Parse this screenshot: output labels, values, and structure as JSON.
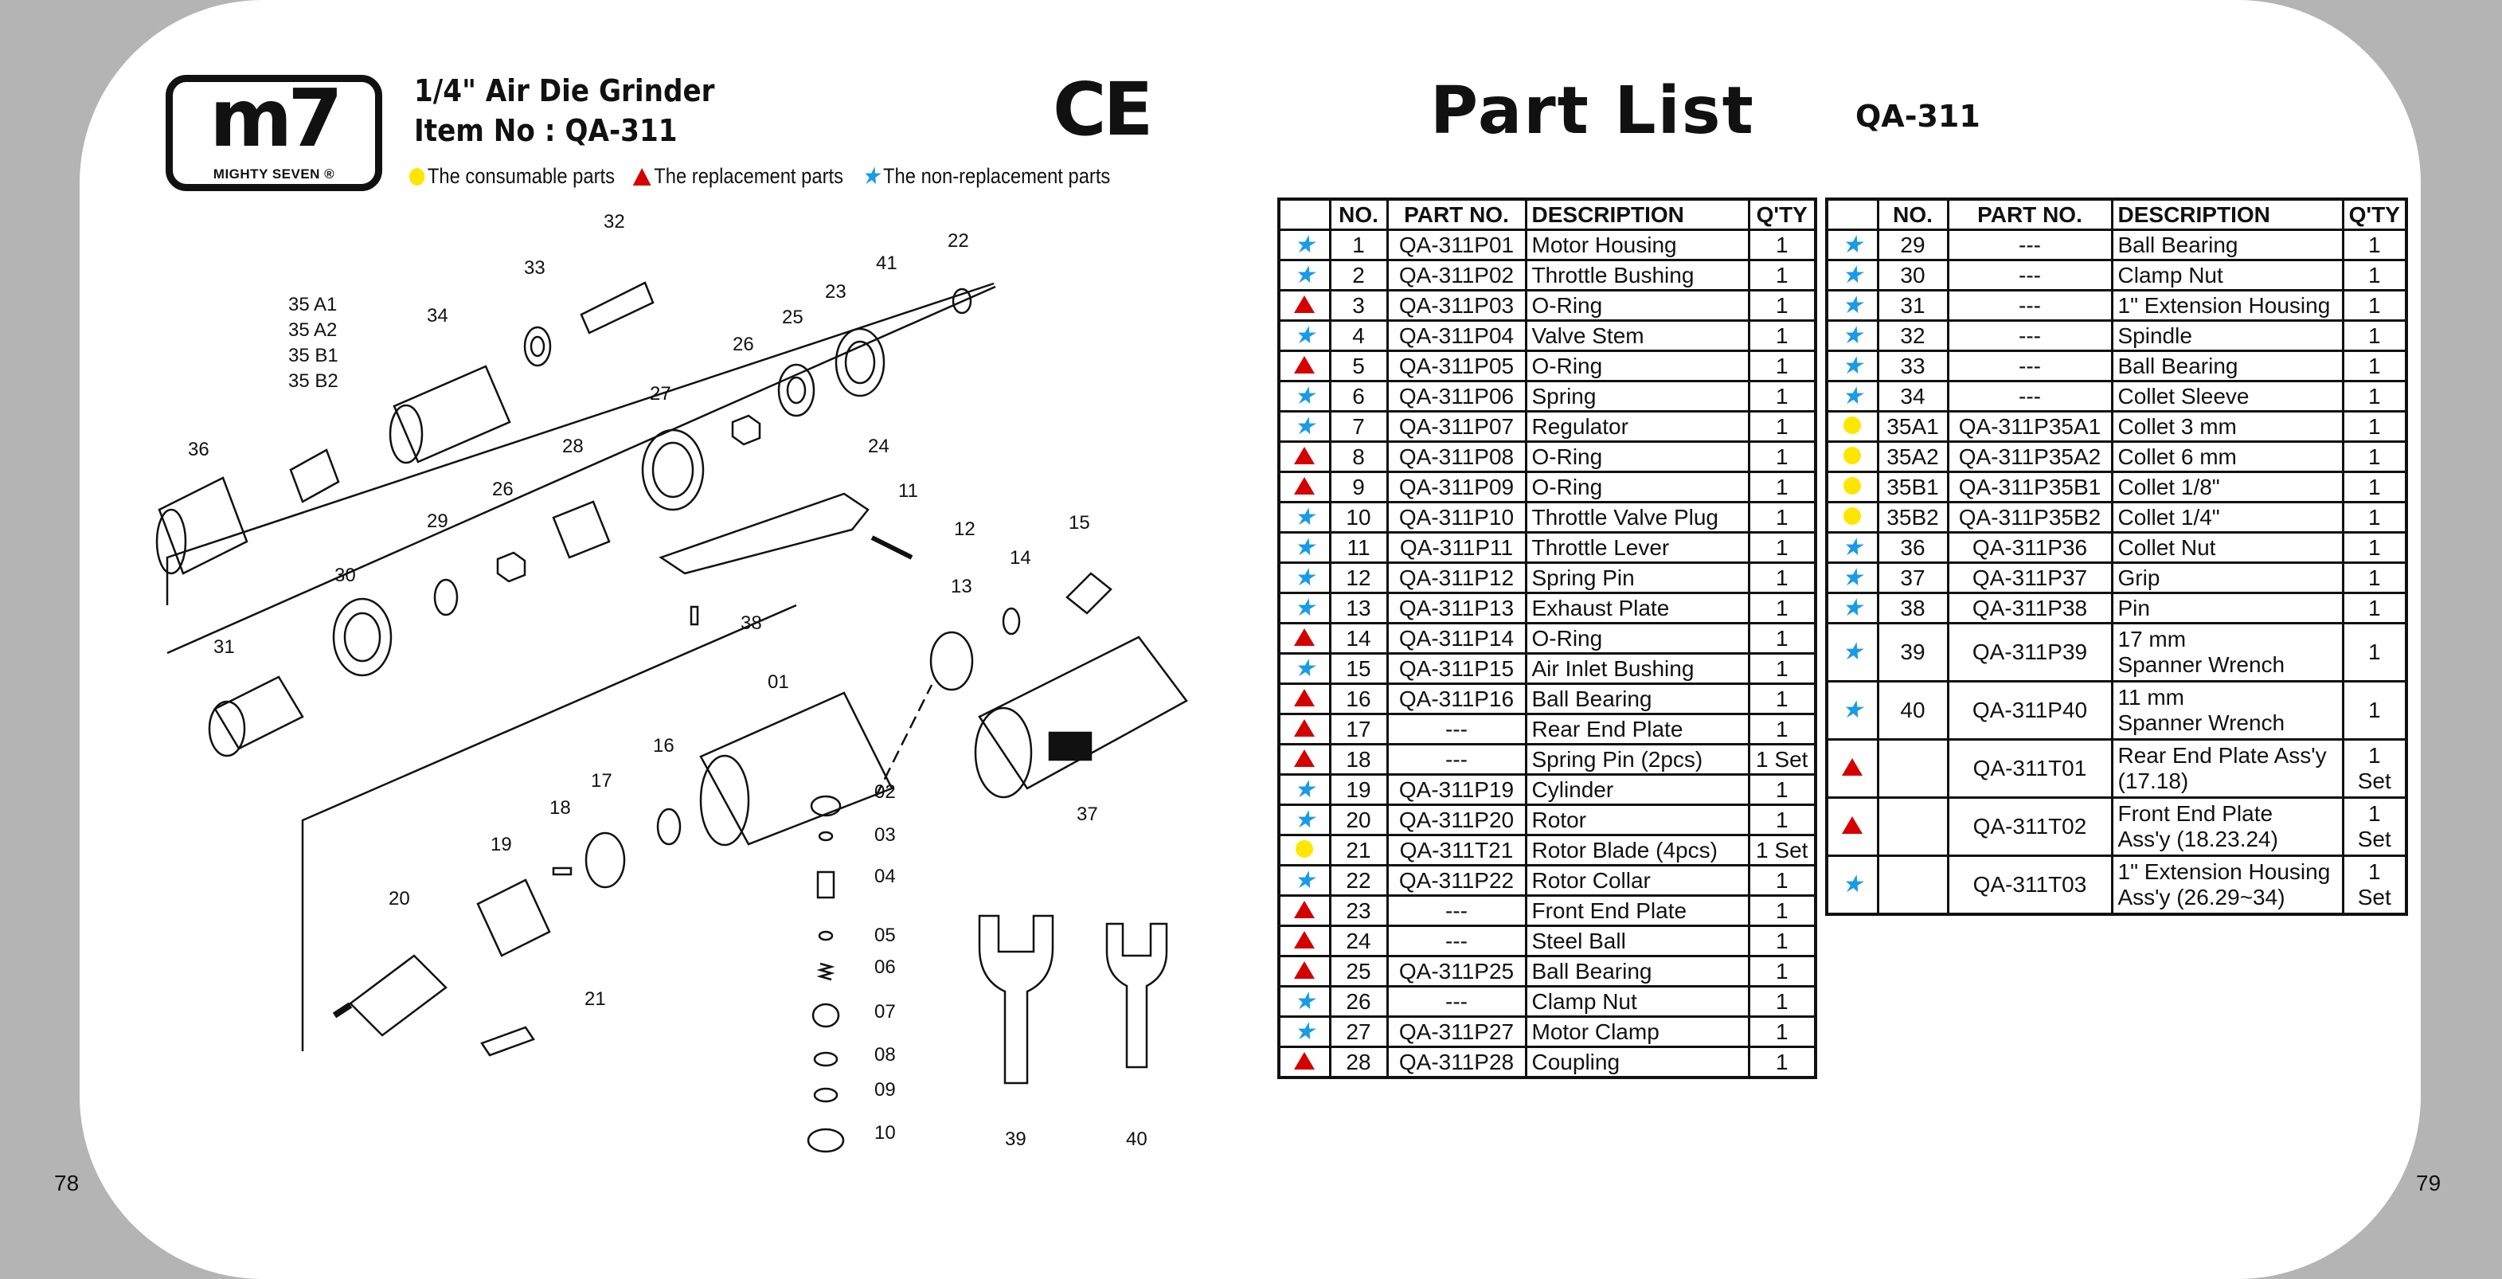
{
  "left_page": {
    "logo": {
      "mark": "m7",
      "brand": "MIGHTY SEVEN ®"
    },
    "product_title": "1/4\" Air Die Grinder",
    "item_no": "Item No : QA-311",
    "certification": "CE",
    "legend": [
      {
        "symbol": "circle",
        "label": "The consumable parts"
      },
      {
        "symbol": "triangle",
        "label": "The replacement parts"
      },
      {
        "symbol": "star",
        "label": "The non-replacement parts"
      }
    ],
    "diagram_callouts": [
      "32",
      "33",
      "34",
      "35 A1",
      "35 A2",
      "35 B1",
      "35 B2",
      "36",
      "41",
      "22",
      "23",
      "25",
      "26",
      "24",
      "27",
      "28",
      "26",
      "29",
      "30",
      "31",
      "11",
      "12",
      "38",
      "15",
      "14",
      "13",
      "01",
      "16",
      "17",
      "18",
      "19",
      "20",
      "21",
      "02",
      "03",
      "04",
      "05",
      "06",
      "07",
      "08",
      "09",
      "10",
      "37",
      "39",
      "40"
    ],
    "page_number": "78"
  },
  "right_page": {
    "title": "Part List",
    "subtitle": "QA-311",
    "page_number": "79",
    "columns": [
      "",
      "NO.",
      "PART NO.",
      "DESCRIPTION",
      "Q'TY"
    ],
    "symbol_colors": {
      "circle": "#ffe600",
      "triangle": "#d40000",
      "star": "#1a9be6"
    },
    "table_left": [
      {
        "symbol": "star",
        "no": "1",
        "part_no": "QA-311P01",
        "description": "Motor Housing",
        "qty": "1"
      },
      {
        "symbol": "star",
        "no": "2",
        "part_no": "QA-311P02",
        "description": "Throttle Bushing",
        "qty": "1"
      },
      {
        "symbol": "triangle",
        "no": "3",
        "part_no": "QA-311P03",
        "description": "O-Ring",
        "qty": "1"
      },
      {
        "symbol": "star",
        "no": "4",
        "part_no": "QA-311P04",
        "description": "Valve Stem",
        "qty": "1"
      },
      {
        "symbol": "triangle",
        "no": "5",
        "part_no": "QA-311P05",
        "description": "O-Ring",
        "qty": "1"
      },
      {
        "symbol": "star",
        "no": "6",
        "part_no": "QA-311P06",
        "description": "Spring",
        "qty": "1"
      },
      {
        "symbol": "star",
        "no": "7",
        "part_no": "QA-311P07",
        "description": "Regulator",
        "qty": "1"
      },
      {
        "symbol": "triangle",
        "no": "8",
        "part_no": "QA-311P08",
        "description": "O-Ring",
        "qty": "1"
      },
      {
        "symbol": "triangle",
        "no": "9",
        "part_no": "QA-311P09",
        "description": "O-Ring",
        "qty": "1"
      },
      {
        "symbol": "star",
        "no": "10",
        "part_no": "QA-311P10",
        "description": "Throttle Valve Plug",
        "qty": "1"
      },
      {
        "symbol": "star",
        "no": "11",
        "part_no": "QA-311P11",
        "description": "Throttle Lever",
        "qty": "1"
      },
      {
        "symbol": "star",
        "no": "12",
        "part_no": "QA-311P12",
        "description": "Spring Pin",
        "qty": "1"
      },
      {
        "symbol": "star",
        "no": "13",
        "part_no": "QA-311P13",
        "description": "Exhaust Plate",
        "qty": "1"
      },
      {
        "symbol": "triangle",
        "no": "14",
        "part_no": "QA-311P14",
        "description": "O-Ring",
        "qty": "1"
      },
      {
        "symbol": "star",
        "no": "15",
        "part_no": "QA-311P15",
        "description": "Air Inlet Bushing",
        "qty": "1"
      },
      {
        "symbol": "triangle",
        "no": "16",
        "part_no": "QA-311P16",
        "description": "Ball Bearing",
        "qty": "1"
      },
      {
        "symbol": "triangle",
        "no": "17",
        "part_no": "---",
        "description": "Rear End Plate",
        "qty": "1"
      },
      {
        "symbol": "triangle",
        "no": "18",
        "part_no": "---",
        "description": "Spring Pin (2pcs)",
        "qty": "1 Set"
      },
      {
        "symbol": "star",
        "no": "19",
        "part_no": "QA-311P19",
        "description": "Cylinder",
        "qty": "1"
      },
      {
        "symbol": "star",
        "no": "20",
        "part_no": "QA-311P20",
        "description": "Rotor",
        "qty": "1"
      },
      {
        "symbol": "circle",
        "no": "21",
        "part_no": "QA-311T21",
        "description": "Rotor Blade (4pcs)",
        "qty": "1 Set"
      },
      {
        "symbol": "star",
        "no": "22",
        "part_no": "QA-311P22",
        "description": "Rotor Collar",
        "qty": "1"
      },
      {
        "symbol": "triangle",
        "no": "23",
        "part_no": "---",
        "description": "Front End Plate",
        "qty": "1"
      },
      {
        "symbol": "triangle",
        "no": "24",
        "part_no": "---",
        "description": "Steel Ball",
        "qty": "1"
      },
      {
        "symbol": "triangle",
        "no": "25",
        "part_no": "QA-311P25",
        "description": "Ball Bearing",
        "qty": "1"
      },
      {
        "symbol": "star",
        "no": "26",
        "part_no": "---",
        "description": "Clamp Nut",
        "qty": "1"
      },
      {
        "symbol": "star",
        "no": "27",
        "part_no": "QA-311P27",
        "description": "Motor Clamp",
        "qty": "1"
      },
      {
        "symbol": "triangle",
        "no": "28",
        "part_no": "QA-311P28",
        "description": "Coupling",
        "qty": "1"
      }
    ],
    "table_right": [
      {
        "symbol": "star",
        "no": "29",
        "part_no": "---",
        "description": "Ball Bearing",
        "qty": "1"
      },
      {
        "symbol": "star",
        "no": "30",
        "part_no": "---",
        "description": "Clamp Nut",
        "qty": "1"
      },
      {
        "symbol": "star",
        "no": "31",
        "part_no": "---",
        "description": "1\" Extension Housing",
        "qty": "1"
      },
      {
        "symbol": "star",
        "no": "32",
        "part_no": "---",
        "description": "Spindle",
        "qty": "1"
      },
      {
        "symbol": "star",
        "no": "33",
        "part_no": "---",
        "description": "Ball Bearing",
        "qty": "1"
      },
      {
        "symbol": "star",
        "no": "34",
        "part_no": "---",
        "description": "Collet Sleeve",
        "qty": "1"
      },
      {
        "symbol": "circle",
        "no": "35A1",
        "part_no": "QA-311P35A1",
        "description": "Collet 3 mm",
        "qty": "1"
      },
      {
        "symbol": "circle",
        "no": "35A2",
        "part_no": "QA-311P35A2",
        "description": "Collet 6 mm",
        "qty": "1"
      },
      {
        "symbol": "circle",
        "no": "35B1",
        "part_no": "QA-311P35B1",
        "description": "Collet 1/8\"",
        "qty": "1"
      },
      {
        "symbol": "circle",
        "no": "35B2",
        "part_no": "QA-311P35B2",
        "description": "Collet 1/4\"",
        "qty": "1"
      },
      {
        "symbol": "star",
        "no": "36",
        "part_no": "QA-311P36",
        "description": "Collet Nut",
        "qty": "1"
      },
      {
        "symbol": "star",
        "no": "37",
        "part_no": "QA-311P37",
        "description": "Grip",
        "qty": "1"
      },
      {
        "symbol": "star",
        "no": "38",
        "part_no": "QA-311P38",
        "description": "Pin",
        "qty": "1"
      },
      {
        "symbol": "star",
        "no": "39",
        "part_no": "QA-311P39",
        "description": "17 mm\nSpanner Wrench",
        "qty": "1"
      },
      {
        "symbol": "star",
        "no": "40",
        "part_no": "QA-311P40",
        "description": "11 mm\nSpanner Wrench",
        "qty": "1"
      },
      {
        "symbol": "triangle",
        "no": "",
        "part_no": "QA-311T01",
        "description": "Rear End Plate Ass'y\n(17.18)",
        "qty": "1 Set"
      },
      {
        "symbol": "triangle",
        "no": "",
        "part_no": "QA-311T02",
        "description": "Front End Plate\nAss'y (18.23.24)",
        "qty": "1 Set"
      },
      {
        "symbol": "star",
        "no": "",
        "part_no": "QA-311T03",
        "description": "1\" Extension Housing\nAss'y (26.29~34)",
        "qty": "1 Set"
      }
    ]
  }
}
